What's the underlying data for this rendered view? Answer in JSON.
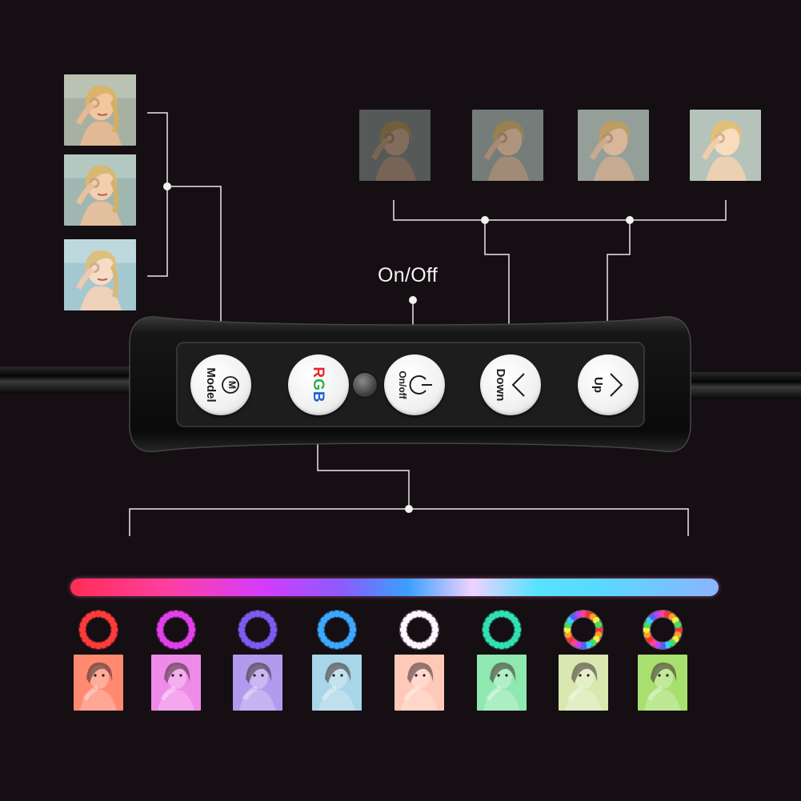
{
  "labels": {
    "on_off_caption": "On/Off"
  },
  "remote": {
    "buttons": [
      {
        "id": "model",
        "symbol": "M",
        "label": "Model"
      },
      {
        "id": "rgb",
        "letters": [
          "R",
          "G",
          "B"
        ],
        "letter_colors": [
          "#e8262b",
          "#2fae4a",
          "#1e63d8"
        ]
      },
      {
        "id": "power",
        "label": "On/off"
      },
      {
        "id": "down",
        "label": "Down"
      },
      {
        "id": "up",
        "label": "Up"
      }
    ]
  },
  "colors": {
    "background": "#150e13",
    "connector_lines": "#e9e9e9",
    "remote_body": "#0c0c0c"
  },
  "color_modes": [
    {
      "name": "red",
      "ring": "#ff3a3a",
      "tint": "#ff8a70"
    },
    {
      "name": "magenta",
      "ring": "#e040e8",
      "tint": "#f08ae8"
    },
    {
      "name": "violet",
      "ring": "#7a5cf0",
      "tint": "#b29aee"
    },
    {
      "name": "sky-blue",
      "ring": "#3aa8ff",
      "tint": "#a8d6e8"
    },
    {
      "name": "white",
      "ring": "#fff4ff",
      "tint": "#ffc9b8"
    },
    {
      "name": "cyan-green",
      "ring": "#30e0b0",
      "tint": "#8fe8b0"
    },
    {
      "name": "rainbow-1",
      "ring": "multi",
      "tint": "#d8e8b0"
    },
    {
      "name": "rainbow-2",
      "ring": "multi",
      "tint": "#a8e070"
    }
  ]
}
